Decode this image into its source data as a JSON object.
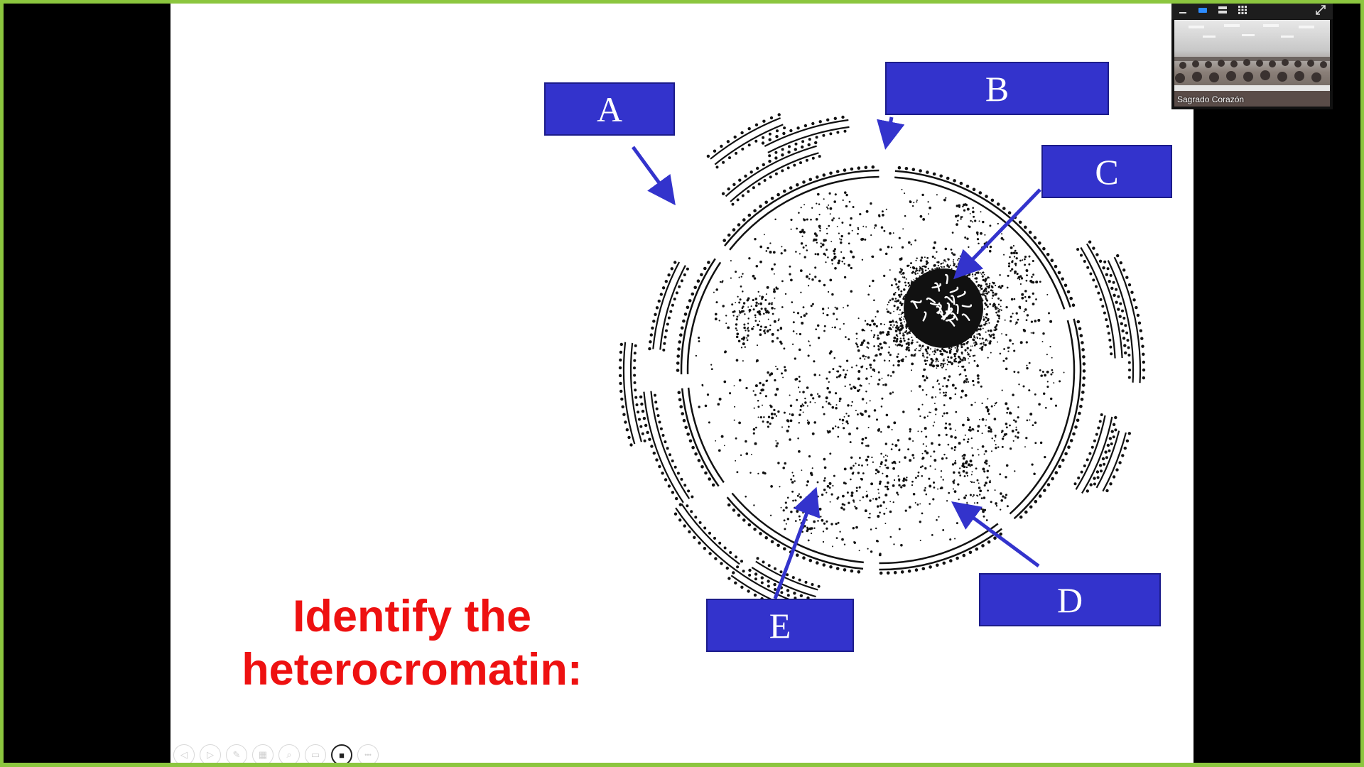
{
  "slide": {
    "labels": {
      "a": "A",
      "b": "B",
      "c": "C",
      "d": "D",
      "e": "E"
    },
    "question_line1": "Identify the",
    "question_line2": "heterocromatin:"
  },
  "toolbar": {
    "buttons": [
      {
        "icon": "previous-slide-icon",
        "glyph": "◁"
      },
      {
        "icon": "next-slide-icon",
        "glyph": "▷"
      },
      {
        "icon": "pen-icon",
        "glyph": "✎"
      },
      {
        "icon": "see-all-slides-icon",
        "glyph": "▦"
      },
      {
        "icon": "zoom-icon",
        "glyph": "⌕"
      },
      {
        "icon": "subtitles-icon",
        "glyph": "▭"
      },
      {
        "icon": "camera-icon",
        "glyph": "■"
      },
      {
        "icon": "more-options-icon",
        "glyph": "•••"
      }
    ]
  },
  "video_panel": {
    "participant_name": "Sagrado Corazón"
  },
  "colors": {
    "frame": "#8cc63f",
    "label_box": "#3333cc",
    "arrow": "#3333cc",
    "question_text": "#ee1111"
  }
}
